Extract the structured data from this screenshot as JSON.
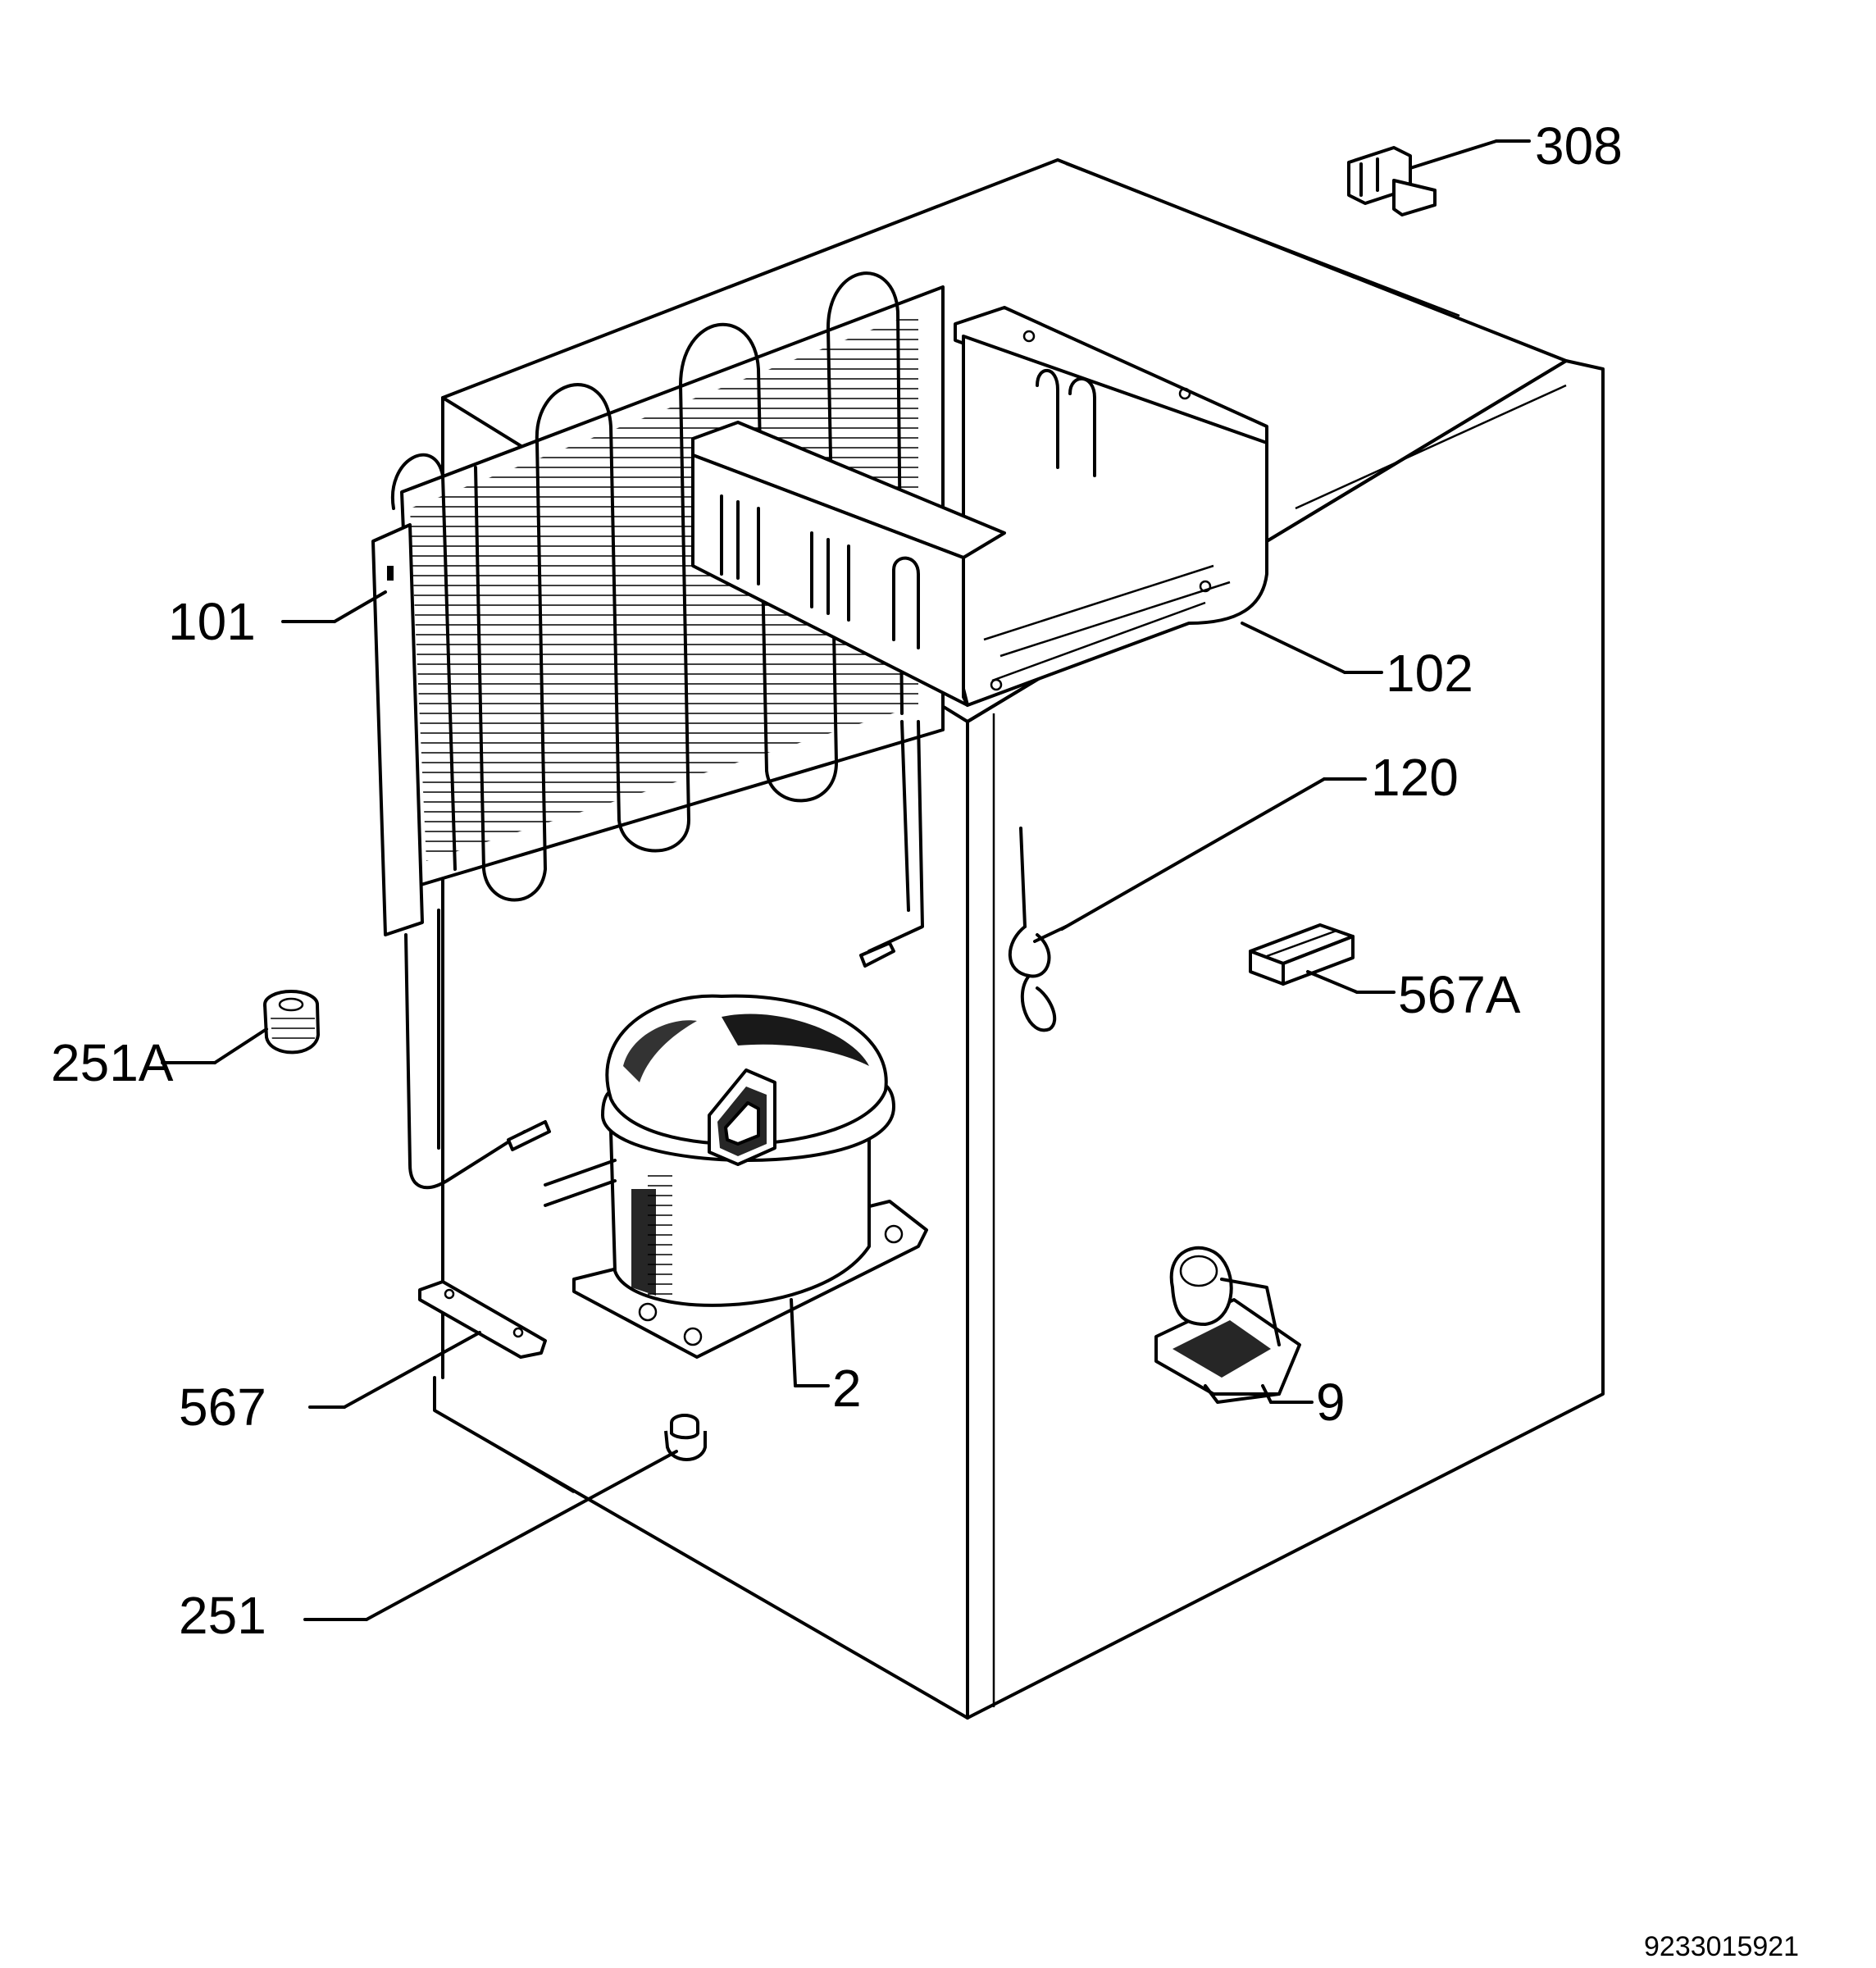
{
  "parts": [
    {
      "id": "p101",
      "label": "101",
      "name": "condenser"
    },
    {
      "id": "p102",
      "label": "102",
      "name": "evaporator"
    },
    {
      "id": "p120",
      "label": "120",
      "name": "thermostat-sensor"
    },
    {
      "id": "p308",
      "label": "308",
      "name": "clip"
    },
    {
      "id": "p251A",
      "label": "251A",
      "name": "rubber-grommet"
    },
    {
      "id": "p567A",
      "label": "567A",
      "name": "bracket"
    },
    {
      "id": "p2",
      "label": "2",
      "name": "compressor"
    },
    {
      "id": "p9",
      "label": "9",
      "name": "relay"
    },
    {
      "id": "p567",
      "label": "567",
      "name": "mounting-plate"
    },
    {
      "id": "p251",
      "label": "251",
      "name": "foot-bushing"
    }
  ],
  "drawing_code": "9233015921"
}
